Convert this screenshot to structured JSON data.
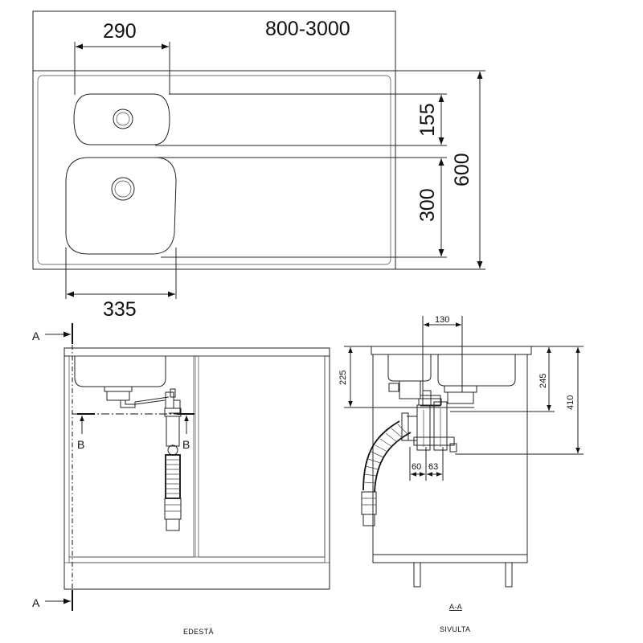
{
  "top_view": {
    "dim_bowl_small_width": "290",
    "dim_length": "800-3000",
    "dim_bowl_small_depth": "155",
    "dim_bowl_large_depth": "300",
    "dim_total_depth": "600",
    "dim_bowl_large_width": "335"
  },
  "front_view": {
    "section_a_top": "A",
    "section_a_bottom": "A",
    "section_b_left": "B",
    "section_b_right": "B",
    "caption": "EDESTÄ"
  },
  "side_view": {
    "dim_130": "130",
    "dim_225": "225",
    "dim_245": "245",
    "dim_410": "410",
    "dim_60": "60",
    "dim_63": "63",
    "section_label": "A-A",
    "caption": "SIVULTA"
  }
}
